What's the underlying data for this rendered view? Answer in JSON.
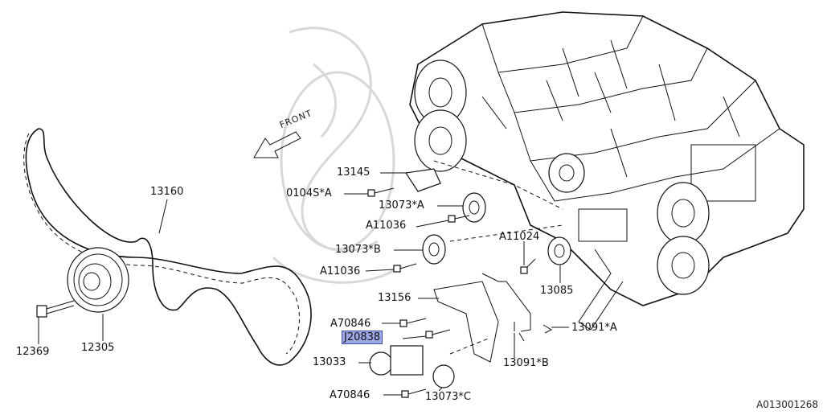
{
  "diagram": {
    "front_text": "FRONT",
    "figure_id": "A013001268",
    "labels": {
      "p13145": "13145",
      "p0104s_a": "0104S*A",
      "p13073_a": "13073*A",
      "p11036_1": "A11036",
      "p13073_b": "13073*B",
      "p11036_2": "A11036",
      "p11024": "A11024",
      "p13085": "13085",
      "p13156": "13156",
      "p70846_1": "A70846",
      "pj20838": "J20838",
      "p13091_a": "13091*A",
      "p13033": "13033",
      "p13091_b": "13091*B",
      "p70846_2": "A70846",
      "p13073_c": "13073*C",
      "p13160": "13160",
      "p12305": "12305",
      "p12369": "12369"
    }
  }
}
